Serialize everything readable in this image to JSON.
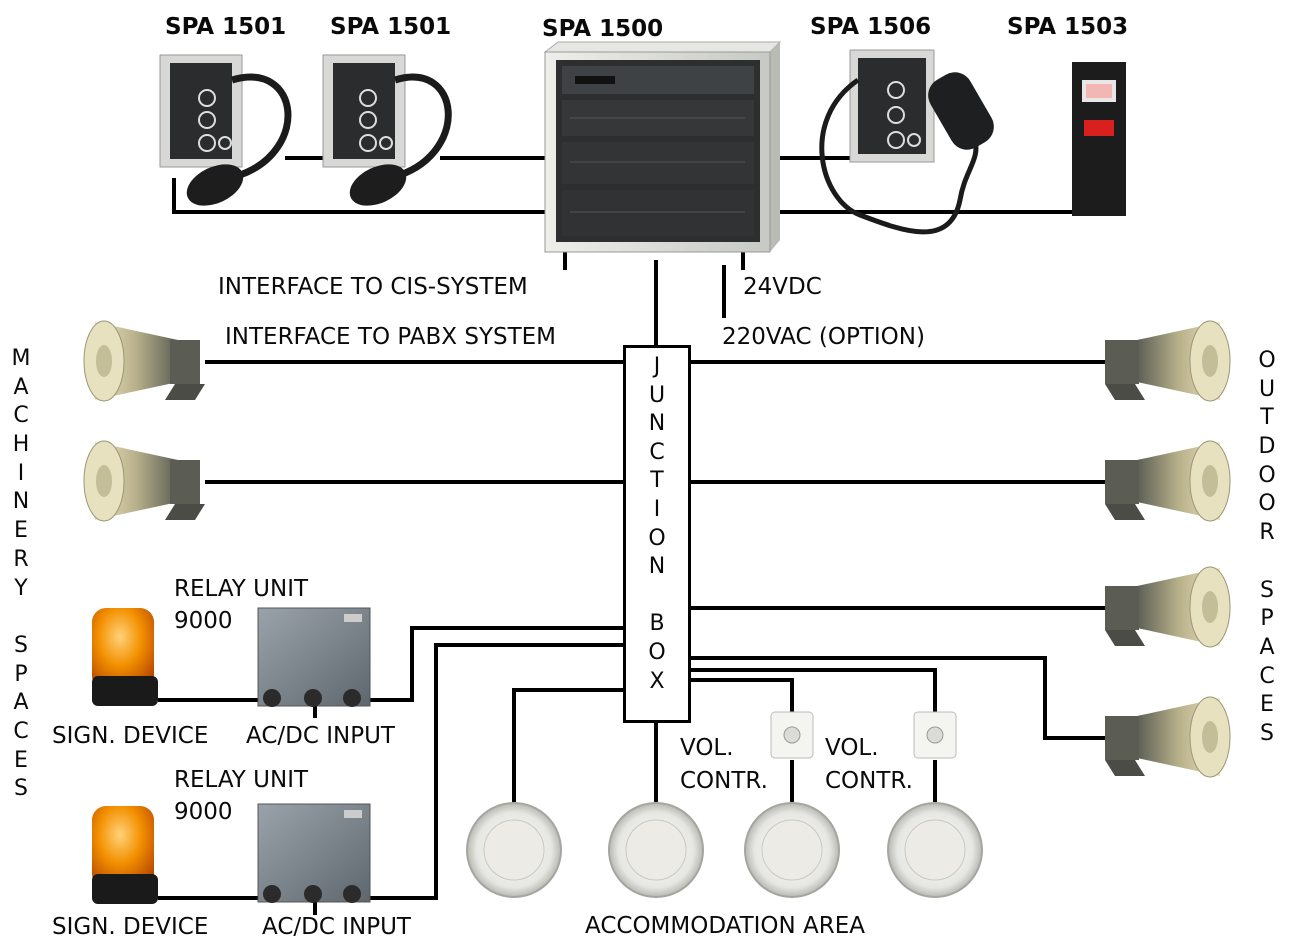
{
  "units": {
    "spa1501_a": "SPA 1501",
    "spa1501_b": "SPA 1501",
    "spa1500": "SPA 1500",
    "spa1506": "SPA 1506",
    "spa1503": "SPA 1503"
  },
  "interfaces": {
    "cis": "INTERFACE TO CIS-SYSTEM",
    "pabx": "INTERFACE TO PABX SYSTEM",
    "dc": "24VDC",
    "ac": "220VAC (OPTION)"
  },
  "junction_box_letters": [
    "J",
    "U",
    "N",
    "C",
    "T",
    "I",
    "O",
    "N",
    "",
    "B",
    "O",
    "X"
  ],
  "machinery_letters": [
    "M",
    "A",
    "C",
    "H",
    "I",
    "N",
    "E",
    "R",
    "Y",
    "",
    "S",
    "P",
    "A",
    "C",
    "E",
    "S"
  ],
  "outdoor_letters": [
    "O",
    "U",
    "T",
    "D",
    "O",
    "O",
    "R",
    "",
    "S",
    "P",
    "A",
    "C",
    "E",
    "S"
  ],
  "relay1": {
    "line1": "RELAY UNIT",
    "line2": "9000",
    "device": "SIGN. DEVICE",
    "input": "AC/DC INPUT"
  },
  "relay2": {
    "line1": "RELAY UNIT",
    "line2": "9000",
    "device": "SIGN. DEVICE",
    "input": "AC/DC INPUT"
  },
  "vol1": {
    "line1": "VOL.",
    "line2": "CONTR."
  },
  "vol2": {
    "line1": "VOL.",
    "line2": "CONTR."
  },
  "accommodation": "ACCOMMODATION AREA",
  "colors": {
    "wire": "#000000",
    "horn": "#6d7064",
    "beacon": "#f08a00",
    "panel": "#3c3e40",
    "cabinet": "#c9ccc8"
  }
}
